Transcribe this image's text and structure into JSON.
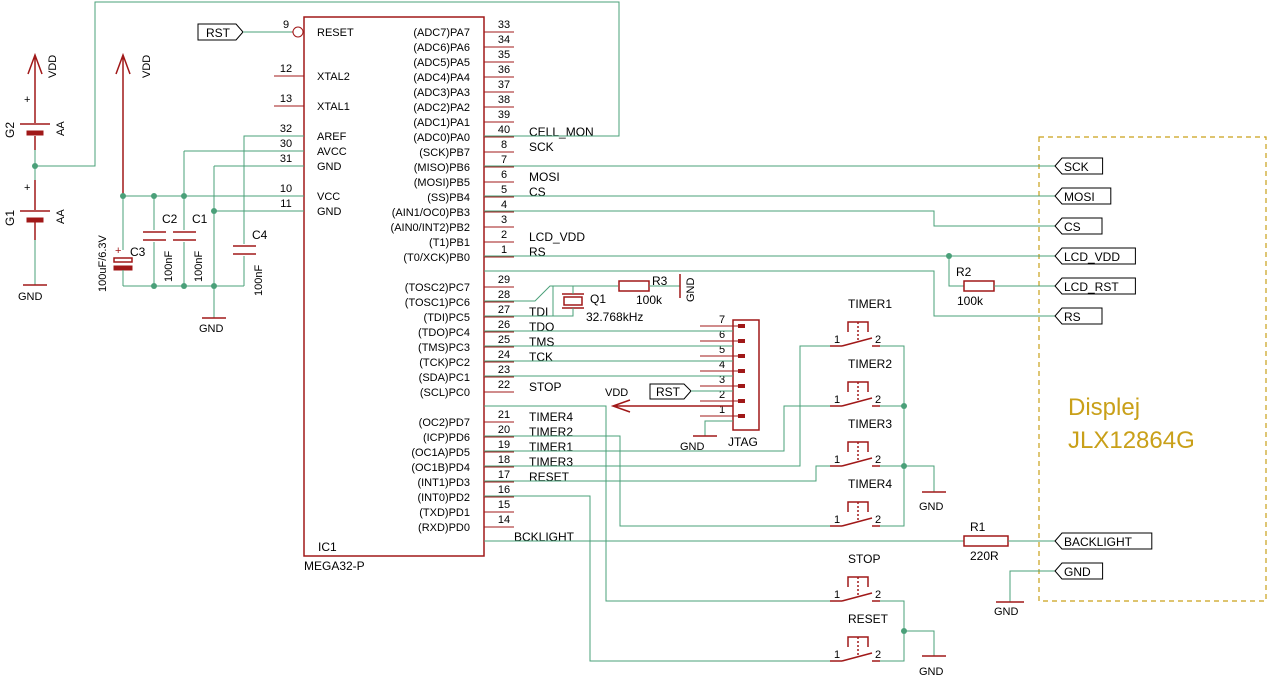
{
  "ic": {
    "name": "IC1",
    "value": "MEGA32-P",
    "left_pins": [
      {
        "num": "9",
        "name": "RESET"
      },
      {
        "num": "12",
        "name": "XTAL2"
      },
      {
        "num": "13",
        "name": "XTAL1"
      },
      {
        "num": "32",
        "name": "AREF"
      },
      {
        "num": "30",
        "name": "AVCC"
      },
      {
        "num": "31",
        "name": "GND"
      },
      {
        "num": "10",
        "name": "VCC"
      },
      {
        "num": "11",
        "name": "GND"
      }
    ],
    "right_pins": [
      {
        "num": "33",
        "name": "(ADC7)PA7",
        "net": ""
      },
      {
        "num": "34",
        "name": "(ADC6)PA6",
        "net": ""
      },
      {
        "num": "35",
        "name": "(ADC5)PA5",
        "net": ""
      },
      {
        "num": "36",
        "name": "(ADC4)PA4",
        "net": ""
      },
      {
        "num": "37",
        "name": "(ADC3)PA3",
        "net": ""
      },
      {
        "num": "38",
        "name": "(ADC2)PA2",
        "net": ""
      },
      {
        "num": "39",
        "name": "(ADC1)PA1",
        "net": ""
      },
      {
        "num": "40",
        "name": "(ADC0)PA0",
        "net": "CELL_MON"
      },
      {
        "num": "8",
        "name": "(SCK)PB7",
        "net": "SCK"
      },
      {
        "num": "7",
        "name": "(MISO)PB6",
        "net": ""
      },
      {
        "num": "6",
        "name": "(MOSI)PB5",
        "net": "MOSI"
      },
      {
        "num": "5",
        "name": "(SS)PB4",
        "net": "CS"
      },
      {
        "num": "4",
        "name": "(AIN1/OC0)PB3",
        "net": ""
      },
      {
        "num": "3",
        "name": "(AIN0/INT2)PB2",
        "net": ""
      },
      {
        "num": "2",
        "name": "(T1)PB1",
        "net": "LCD_VDD"
      },
      {
        "num": "1",
        "name": "(T0/XCK)PB0",
        "net": "RS"
      },
      {
        "num": "",
        "name": "",
        "net": ""
      },
      {
        "num": "29",
        "name": "(TOSC2)PC7",
        "net": ""
      },
      {
        "num": "28",
        "name": "(TOSC1)PC6",
        "net": ""
      },
      {
        "num": "27",
        "name": "(TDI)PC5",
        "net": "TDI"
      },
      {
        "num": "26",
        "name": "(TDO)PC4",
        "net": "TDO"
      },
      {
        "num": "25",
        "name": "(TMS)PC3",
        "net": "TMS"
      },
      {
        "num": "24",
        "name": "(TCK)PC2",
        "net": "TCK"
      },
      {
        "num": "23",
        "name": "(SDA)PC1",
        "net": ""
      },
      {
        "num": "22",
        "name": "(SCL)PC0",
        "net": "STOP"
      },
      {
        "num": "",
        "name": "",
        "net": ""
      },
      {
        "num": "21",
        "name": "(OC2)PD7",
        "net": "TIMER4"
      },
      {
        "num": "20",
        "name": "(ICP)PD6",
        "net": "TIMER2"
      },
      {
        "num": "19",
        "name": "(OC1A)PD5",
        "net": "TIMER1"
      },
      {
        "num": "18",
        "name": "(OC1B)PD4",
        "net": "TIMER3"
      },
      {
        "num": "17",
        "name": "(INT1)PD3",
        "net": "RESET"
      },
      {
        "num": "16",
        "name": "(INT0)PD2",
        "net": ""
      },
      {
        "num": "15",
        "name": "(TXD)PD1",
        "net": ""
      },
      {
        "num": "14",
        "name": "(RXD)PD0",
        "net": "BCKLIGHT"
      }
    ]
  },
  "labels": {
    "rst": "RST",
    "vdd": "VDD",
    "gnd": "GND",
    "g1": "G1",
    "g2": "G2",
    "aa": "AA",
    "plus": "+",
    "c1": "C1",
    "c2": "C2",
    "c3": "C3",
    "c4": "C4",
    "c1_val": "100nF",
    "c2_val": "100nF",
    "c3_val": "100uF/6.3V",
    "c4_val": "100nF",
    "q1": "Q1",
    "q1_val": "32.768kHz",
    "r1": "R1",
    "r1_val": "220R",
    "r2": "R2",
    "r2_val": "100k",
    "r3": "R3",
    "r3_val": "100k",
    "jtag": "JTAG",
    "jtag_pins": [
      "7",
      "6",
      "5",
      "4",
      "3",
      "2",
      "1"
    ],
    "sw_pin1": "1",
    "sw_pin2": "2",
    "timer1": "TIMER1",
    "timer2": "TIMER2",
    "timer3": "TIMER3",
    "timer4": "TIMER4",
    "stop": "STOP",
    "reset": "RESET"
  },
  "display": {
    "title1": "Displej",
    "title2": "JLX12864G",
    "connectors": [
      "SCK",
      "MOSI",
      "CS",
      "LCD_VDD",
      "LCD_RST",
      "RS",
      "BACKLIGHT",
      "GND"
    ]
  },
  "colors": {
    "part": "#a01818",
    "wire": "#4aa079",
    "display_frame": "#c9a019"
  }
}
